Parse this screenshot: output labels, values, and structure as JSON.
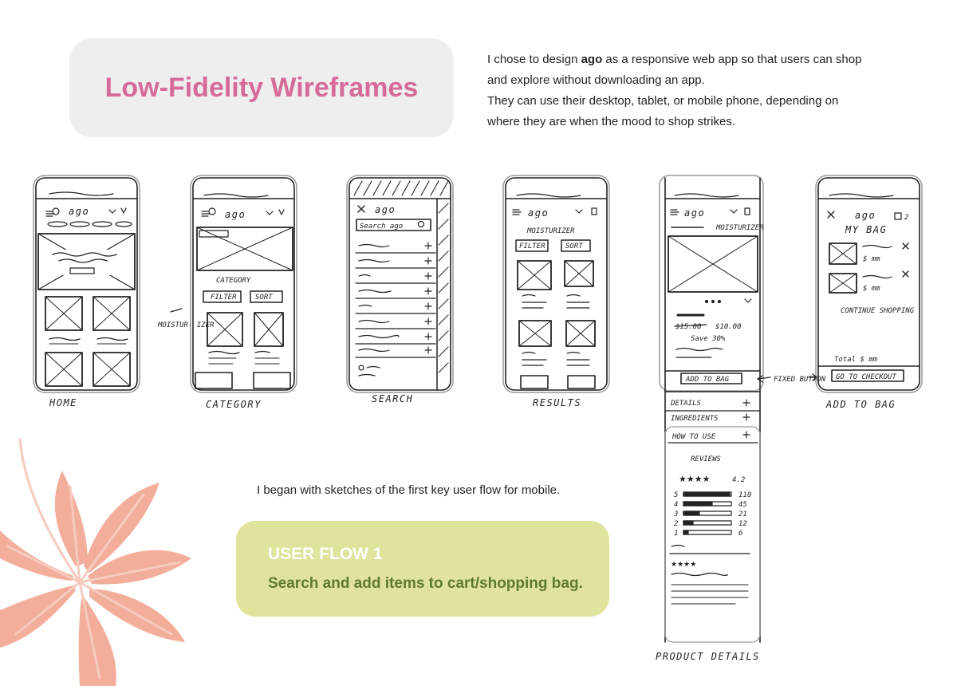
{
  "title": "Low-Fidelity Wireframes",
  "intro": {
    "before_brand": "I chose to design ",
    "brand": "ago",
    "after_brand": " as a responsive web app so that users can shop and explore without downloading an app.",
    "line2": "They can use their desktop, tablet, or mobile phone, depending on where they are when the mood to shop strikes."
  },
  "screens": {
    "home": "HOME",
    "category": "CATEGORY",
    "search": "SEARCH",
    "results": "RESULTS",
    "product_details": "PRODUCT DETAILS",
    "add_to_bag": "ADD TO BAG"
  },
  "sketch_text": {
    "logo": "ago",
    "category_heading": "CATEGORY",
    "filter": "FILTER",
    "sort": "SORT",
    "search_placeholder": "Search ago",
    "moisturizer": "MOISTURIZER",
    "moisturizer_note": "MOISTUR- IZER",
    "price_old": "$15.00",
    "price_new": "$10.00",
    "save": "Save 30%",
    "add_to_bag_button": "ADD TO BAG",
    "fixed_button": "FIXED BUTTON",
    "details": "DETAILS",
    "ingredients": "INGREDIENTS",
    "how_to_use": "HOW TO USE",
    "reviews": "REVIEWS",
    "rating": "4.2",
    "review_counts": [
      {
        "star": "5",
        "count": "110"
      },
      {
        "star": "4",
        "count": "45"
      },
      {
        "star": "3",
        "count": "21"
      },
      {
        "star": "2",
        "count": "12"
      },
      {
        "star": "1",
        "count": "6"
      }
    ],
    "my_bag": "MY BAG",
    "bag_count": "2",
    "price_each": "$ mm",
    "continue_shopping": "CONTINUE SHOPPING",
    "total": "Total $ mm",
    "go_to_checkout": "GO TO CHECKOUT"
  },
  "began_text": "I began with sketches of the first key user flow for mobile.",
  "user_flow": {
    "title": "USER FLOW 1",
    "subtitle": "Search and add items to cart/shopping bag."
  },
  "colors": {
    "title_pink": "#d66a99",
    "title_card": "#eeeeee",
    "flow_card": "#dfe39c",
    "flow_subtitle": "#5f7a2f",
    "leaf": "#f3ae9b"
  }
}
